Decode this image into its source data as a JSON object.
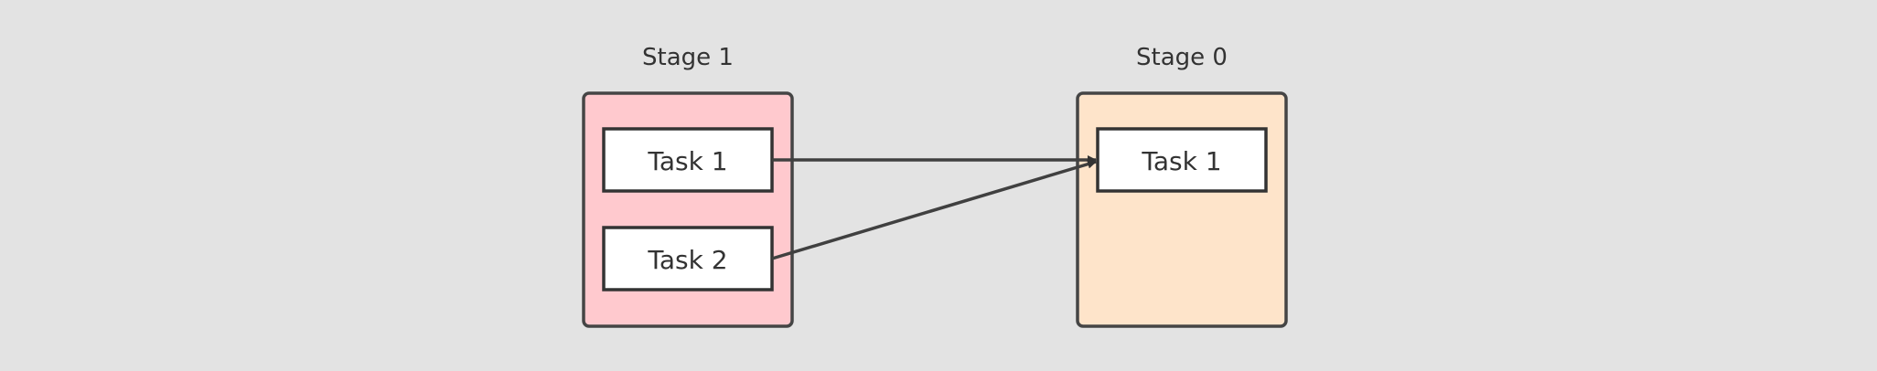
{
  "diagram": {
    "stages": [
      {
        "title": "Stage 1",
        "color": "#ffc9ce",
        "tasks": [
          {
            "label": "Task 1"
          },
          {
            "label": "Task 2"
          }
        ]
      },
      {
        "title": "Stage 0",
        "color": "#fee4ca",
        "tasks": [
          {
            "label": "Task 1"
          }
        ]
      }
    ],
    "edges": [
      {
        "from": "Stage 1 / Task 1",
        "to": "Stage 0 / Task 1"
      },
      {
        "from": "Stage 1 / Task 2",
        "to": "Stage 0 / Task 1"
      }
    ],
    "colors": {
      "background": "#e3e3e3",
      "stroke": "#333333",
      "task_fill": "#ffffff"
    }
  }
}
